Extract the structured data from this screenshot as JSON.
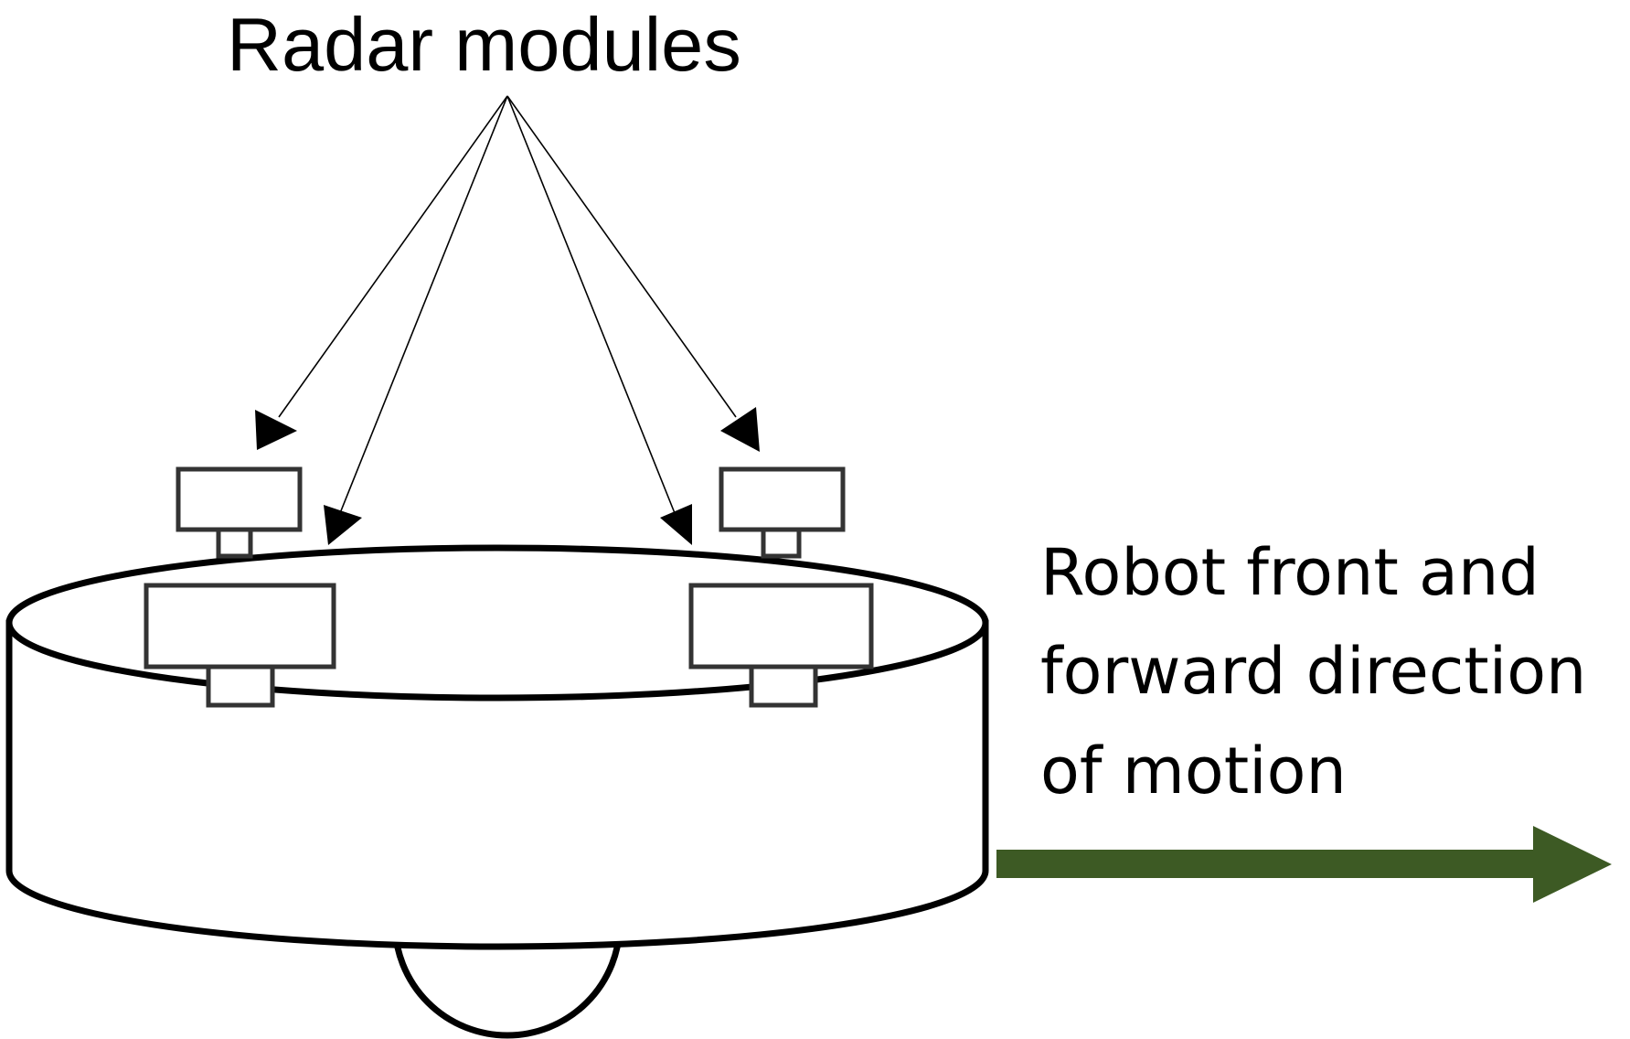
{
  "labels": {
    "radar_modules": "Radar modules",
    "motion_line_1": "Robot front and",
    "motion_line_2": "forward direction",
    "motion_line_3": "of motion"
  },
  "colors": {
    "forward_arrow": "#3d5a24",
    "outline": "#000000",
    "background": "#ffffff"
  },
  "figure": {
    "radar_module_count": 4,
    "robot_shape": "cylindrical body with one visible wheel",
    "forward_direction": "right"
  }
}
